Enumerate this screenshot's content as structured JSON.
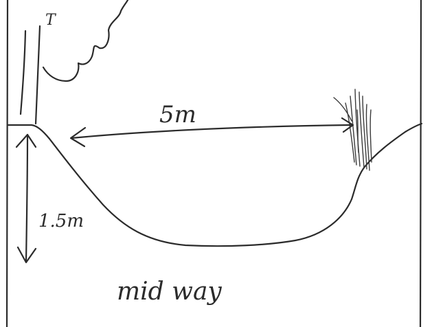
{
  "sketch": {
    "width_label": "5m",
    "depth_label": "1.5m",
    "caption": "mid way",
    "tree_mark": "T",
    "ink_color": "#2b2b2b",
    "paper_color": "#ffffff"
  }
}
